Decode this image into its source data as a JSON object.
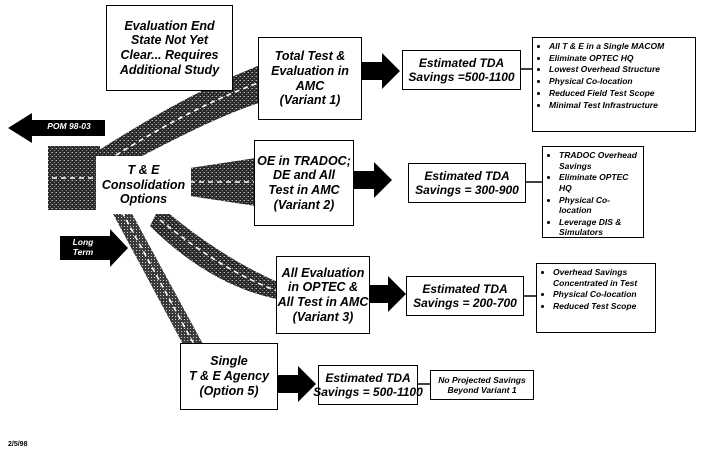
{
  "note_box": {
    "lines": [
      "Evaluation End",
      "State Not Yet",
      "Clear... Requires",
      "Additional Study"
    ]
  },
  "pom_arrow_label": "POM 98-03",
  "long_term_arrow_label": [
    "Long",
    "Term"
  ],
  "center_box": {
    "lines": [
      "T & E",
      "Consolidation",
      "Options"
    ]
  },
  "variants": [
    {
      "option_lines": [
        "Total Test &",
        "Evaluation in",
        "AMC",
        "(Variant 1)"
      ],
      "tda_lines": [
        "Estimated TDA",
        "Savings =500-1100"
      ],
      "bullets": [
        "All T & E in a Single MACOM",
        "Eliminate OPTEC HQ",
        "Lowest Overhead Structure",
        "Physical Co-location",
        "Reduced Field Test Scope",
        "Minimal Test Infrastructure"
      ]
    },
    {
      "option_lines": [
        "OE in TRADOC;",
        "DE and All",
        "Test in AMC",
        "(Variant 2)"
      ],
      "tda_lines": [
        "Estimated TDA",
        "Savings = 300-900"
      ],
      "bullets": [
        "TRADOC Overhead Savings",
        "Eliminate OPTEC HQ",
        "Physical Co-location",
        "Leverage DIS & Simulators"
      ]
    },
    {
      "option_lines": [
        "All Evaluation",
        "in OPTEC &",
        "All Test in AMC",
        "(Variant 3)"
      ],
      "tda_lines": [
        "Estimated TDA",
        "Savings = 200-700"
      ],
      "bullets": [
        "Overhead Savings Concentrated in Test",
        "Physical Co-location",
        "Reduced Test Scope"
      ]
    },
    {
      "option_lines": [
        "Single",
        "T & E Agency",
        "(Option 5)"
      ],
      "tda_lines": [
        "Estimated TDA",
        "Savings = 500-1100"
      ],
      "note_lines": [
        "No Projected Savings",
        "Beyond Variant 1"
      ]
    }
  ],
  "date_stamp": "2/5/98"
}
